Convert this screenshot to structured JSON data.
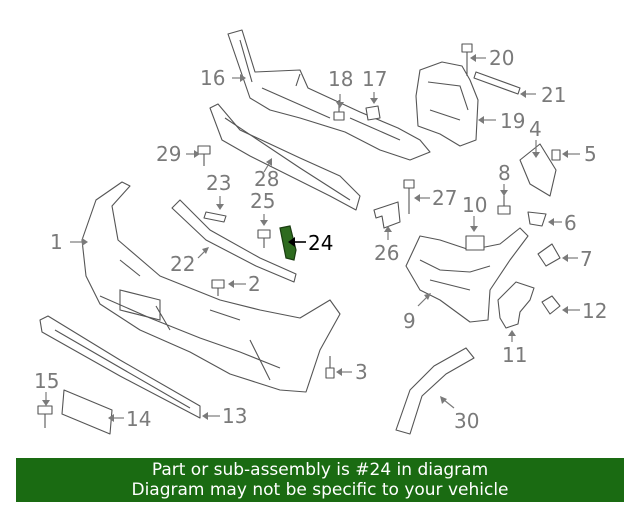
{
  "callouts": {
    "c1": "1",
    "c2": "2",
    "c3": "3",
    "c4": "4",
    "c5": "5",
    "c6": "6",
    "c7": "7",
    "c8": "8",
    "c9": "9",
    "c10": "10",
    "c11": "11",
    "c12": "12",
    "c13": "13",
    "c14": "14",
    "c15": "15",
    "c16": "16",
    "c17": "17",
    "c18": "18",
    "c19": "19",
    "c20": "20",
    "c21": "21",
    "c22": "22",
    "c23": "23",
    "c24": "24",
    "c25": "25",
    "c26": "26",
    "c27": "27",
    "c28": "28",
    "c29": "29",
    "c30": "30"
  },
  "highlighted_part": "24",
  "colors": {
    "highlight_part": "#2e6b1f",
    "banner_bg": "#1a6b12",
    "banner_text": "#ffffff",
    "callout": "#7a7a7a"
  },
  "banner": {
    "line1": "Part or sub-assembly is #24 in diagram",
    "line2": "Diagram may not be specific to your vehicle"
  }
}
